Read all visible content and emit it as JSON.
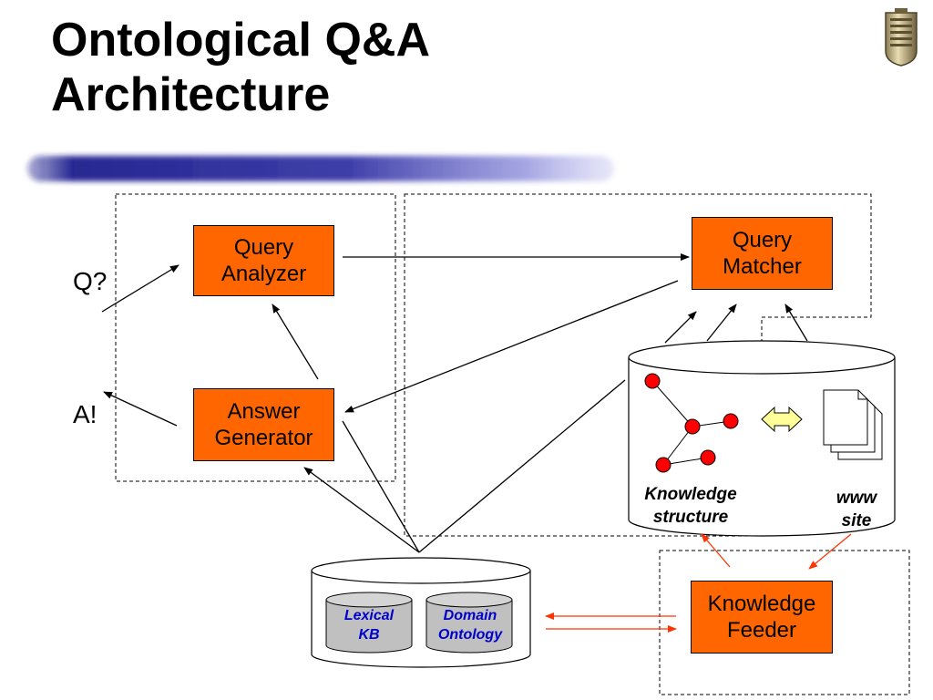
{
  "title": {
    "line1": "Ontological Q&A",
    "line2": "Architecture"
  },
  "inputs": {
    "question": "Q?",
    "answer": "A!"
  },
  "components": {
    "query_analyzer": {
      "line1": "Query",
      "line2": "Analyzer"
    },
    "query_matcher": {
      "line1": "Query",
      "line2": "Matcher"
    },
    "answer_generator": {
      "line1": "Answer",
      "line2": "Generator"
    },
    "knowledge_feeder": {
      "line1": "Knowledge",
      "line2": "Feeder"
    }
  },
  "knowledge_store": {
    "structure_label": {
      "line1": "Knowledge",
      "line2": "structure"
    },
    "www_label": {
      "line1": "www",
      "line2": "site"
    }
  },
  "ontology_store": {
    "lexical": {
      "line1": "Lexical",
      "line2": "KB"
    },
    "domain": {
      "line1": "Domain",
      "line2": "Ontology"
    }
  },
  "colors": {
    "component_fill": "#ff6600",
    "feeder_arrow": "#ff3300",
    "store_label": "#0000cc",
    "graph_node": "#ff0000",
    "mini_store": "#c0c0c0",
    "exchange_arrow": "#ffff99",
    "banner": "#1a1a8c"
  },
  "icons": [
    "seal-logo",
    "document-stack-icon",
    "double-arrow-icon",
    "graph-icon",
    "database-icon"
  ]
}
